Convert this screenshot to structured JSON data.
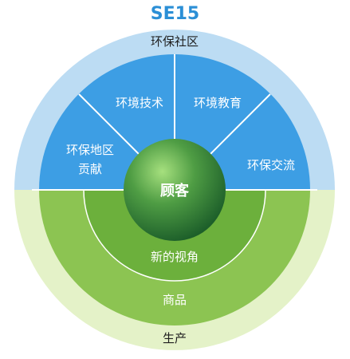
{
  "title": "SE15",
  "outer_ring": {
    "top_label": "环保社区",
    "bottom_label": "生产"
  },
  "blue_segments": [
    {
      "label_lines": [
        "环保地区",
        "贡献"
      ]
    },
    {
      "label_lines": [
        "环境技术"
      ]
    },
    {
      "label_lines": [
        "环境教育"
      ]
    },
    {
      "label_lines": [
        "环保交流"
      ]
    }
  ],
  "green_sections": {
    "outer_label": "商品",
    "inner_label": "新的视角"
  },
  "center": {
    "label": "顾客"
  },
  "colors": {
    "title": "#2b8fd6",
    "outer_blue_ring": "#bcdcf3",
    "blue_segments": "#3d9ee4",
    "outer_green_ring": "#e4f2c8",
    "green_mid": "#8cc452",
    "green_inner": "#6cb03c",
    "center_dark": "#1f6a2e",
    "center_light": "#7cc66a",
    "divider": "#ffffff"
  }
}
